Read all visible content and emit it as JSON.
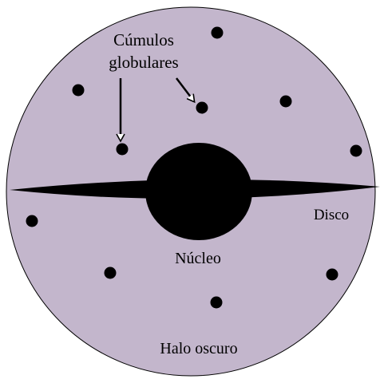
{
  "colors": {
    "halo": "#c3b6cc",
    "ink": "#000000",
    "background": "#ffffff"
  },
  "labels": {
    "clusters_line1": "Cúmulos",
    "clusters_line2": "globulares",
    "disk": "Disco",
    "nucleus": "Núcleo",
    "dark_halo": "Halo oscuro"
  }
}
